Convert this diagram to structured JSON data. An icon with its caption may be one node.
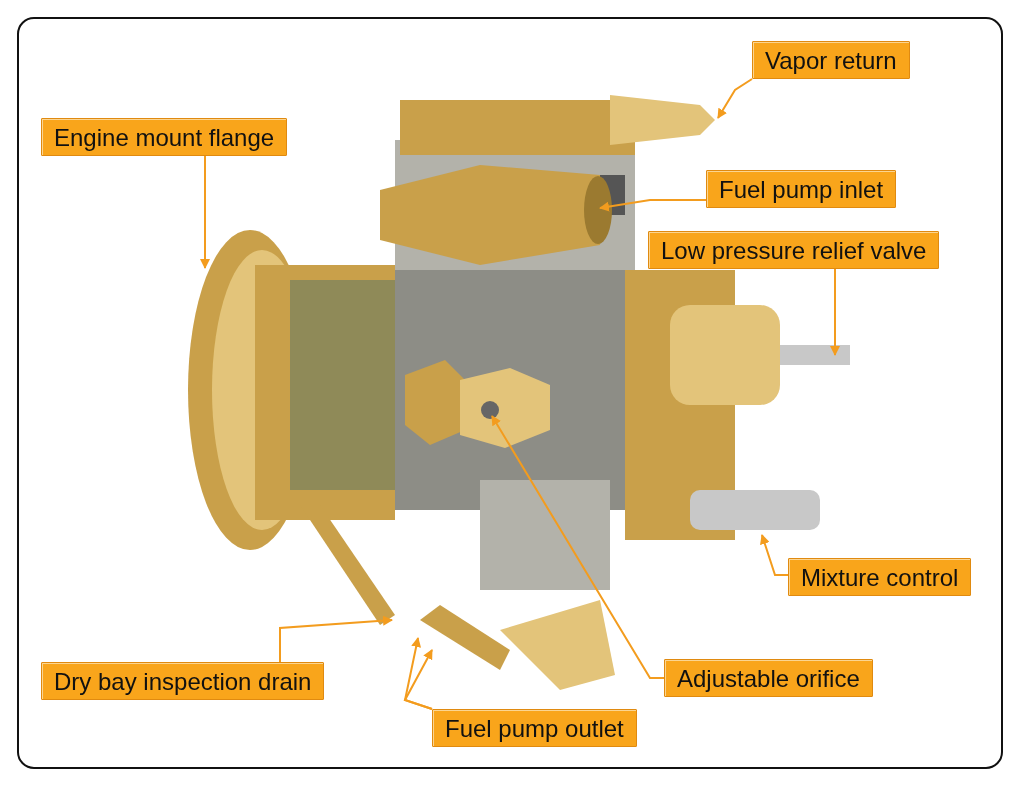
{
  "diagram": {
    "nodes": [
      {
        "text": [
          "Vapor return"
        ]
      },
      {
        "text": [
          "Engine mount flange"
        ]
      },
      {
        "text": [
          "Fuel pump inlet"
        ]
      },
      {
        "text": [
          "Low pressure relief valve"
        ]
      },
      {
        "text": [
          "Mixture control"
        ]
      },
      {
        "text": [
          "Adjustable orifice"
        ]
      },
      {
        "text": [
          "Dry bay inspection drain"
        ]
      },
      {
        "text": [
          "Fuel pump outlet"
        ]
      }
    ],
    "edges": [
      {
        "from": 0,
        "to": null,
        "arrow": "to"
      },
      {
        "from": 1,
        "to": null,
        "arrow": "to"
      },
      {
        "from": 2,
        "to": null,
        "arrow": "to"
      },
      {
        "from": 3,
        "to": null,
        "arrow": "to"
      },
      {
        "from": 4,
        "to": null,
        "arrow": "to"
      },
      {
        "from": 5,
        "to": null,
        "arrow": "to"
      },
      {
        "from": 6,
        "to": null,
        "arrow": "to"
      },
      {
        "from": 7,
        "to": null,
        "arrow": "to"
      },
      {
        "from": 7,
        "to": null,
        "arrow": "to"
      }
    ]
  }
}
